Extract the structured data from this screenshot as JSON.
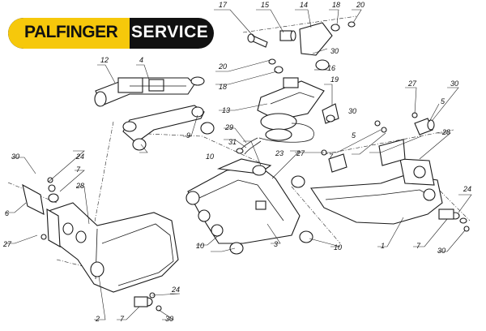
{
  "logo": {
    "brand": "PALFINGER",
    "service": "SERVICE"
  },
  "callouts": [
    "17",
    "15",
    "14",
    "18",
    "20",
    "12",
    "4",
    "20",
    "18",
    "16",
    "30",
    "19",
    "13",
    "27",
    "30",
    "5",
    "29",
    "31",
    "9",
    "10",
    "27",
    "23",
    "30",
    "7",
    "5",
    "28",
    "30",
    "24",
    "7",
    "28",
    "6",
    "27",
    "10",
    "3",
    "10",
    "1",
    "24",
    "7",
    "30",
    "2",
    "24",
    "7",
    "30"
  ]
}
